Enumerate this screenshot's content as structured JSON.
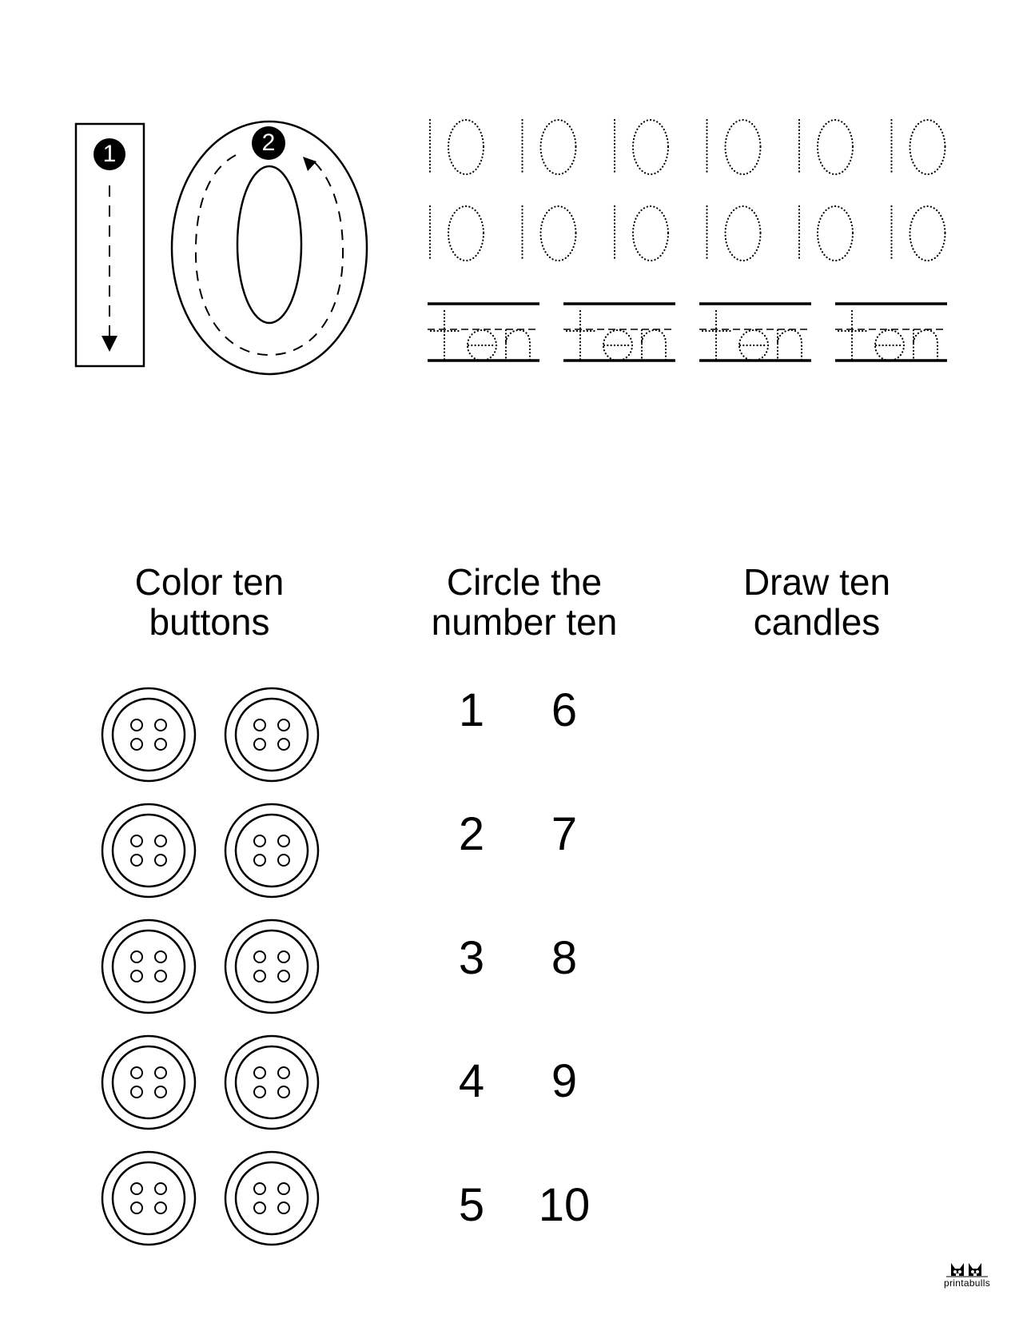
{
  "worksheet": {
    "number": "10",
    "word": "ten",
    "stroke_steps": [
      {
        "step": "1",
        "direction": "down"
      },
      {
        "step": "2",
        "direction": "counterclockwise"
      }
    ]
  },
  "tracing": {
    "number_rows": [
      [
        "10",
        "10",
        "10",
        "10",
        "10",
        "10"
      ],
      [
        "10",
        "10",
        "10",
        "10",
        "10",
        "10"
      ]
    ],
    "word_row": [
      "ten",
      "ten",
      "ten",
      "ten"
    ]
  },
  "activities": [
    {
      "line1": "Color ten",
      "line2": "buttons"
    },
    {
      "line1": "Circle the",
      "line2": "number ten"
    },
    {
      "line1": "Draw ten",
      "line2": "candles"
    }
  ],
  "buttons": {
    "count": 10,
    "rows": 5,
    "columns": 2
  },
  "circle_numbers": {
    "left": [
      "1",
      "2",
      "3",
      "4",
      "5"
    ],
    "right": [
      "6",
      "7",
      "8",
      "9",
      "10"
    ]
  },
  "brand": {
    "name": "printabulls"
  }
}
